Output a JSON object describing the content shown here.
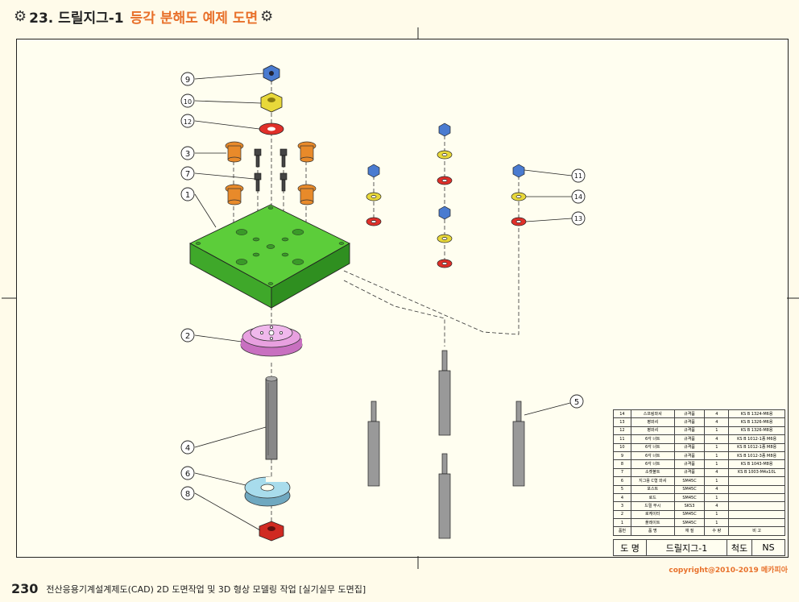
{
  "header": {
    "gear_icon": "gear-icon",
    "title_main": "23. 드릴지그-1",
    "title_sub": "등각 분해도 예제 도면",
    "accent_color": "#e8702a"
  },
  "balloons": [
    "9",
    "10",
    "12",
    "3",
    "7",
    "1",
    "2",
    "4",
    "6",
    "8",
    "11",
    "14",
    "13",
    "5"
  ],
  "bom": {
    "rows": [
      {
        "no": "14",
        "name": "스프링와셔",
        "material": "규격품",
        "qty": "4",
        "note": "KS B 1324-M6용"
      },
      {
        "no": "13",
        "name": "평와셔",
        "material": "규격품",
        "qty": "4",
        "note": "KS B 1326-M6용"
      },
      {
        "no": "12",
        "name": "평와셔",
        "material": "규격품",
        "qty": "1",
        "note": "KS B 1326-M8용"
      },
      {
        "no": "11",
        "name": "6각 너트",
        "material": "규격품",
        "qty": "4",
        "note": "KS B 1012-1종 M6용"
      },
      {
        "no": "10",
        "name": "6각 너트",
        "material": "규격품",
        "qty": "1",
        "note": "KS B 1012-1종 M8용"
      },
      {
        "no": "9",
        "name": "6각 너트",
        "material": "규격품",
        "qty": "1",
        "note": "KS B 1012-3종 M8용"
      },
      {
        "no": "8",
        "name": "6각 너트",
        "material": "규격품",
        "qty": "1",
        "note": "KS B 1043-M8용"
      },
      {
        "no": "7",
        "name": "소켓볼트",
        "material": "규격품",
        "qty": "4",
        "note": "KS B 1003-M4x10L"
      },
      {
        "no": "6",
        "name": "지그용 C형 와셔",
        "material": "SM45C",
        "qty": "1",
        "note": ""
      },
      {
        "no": "5",
        "name": "포스트",
        "material": "SM45C",
        "qty": "4",
        "note": ""
      },
      {
        "no": "4",
        "name": "로드",
        "material": "SM45C",
        "qty": "1",
        "note": ""
      },
      {
        "no": "3",
        "name": "드릴 부시",
        "material": "SKS3",
        "qty": "4",
        "note": ""
      },
      {
        "no": "2",
        "name": "로케이터",
        "material": "SM45C",
        "qty": "1",
        "note": ""
      },
      {
        "no": "1",
        "name": "플레이트",
        "material": "SM45C",
        "qty": "1",
        "note": ""
      }
    ],
    "header": {
      "no": "품번",
      "name": "품 명",
      "material": "재 질",
      "qty": "수 량",
      "note": "비 고"
    }
  },
  "titleblock": {
    "label_name": "도 명",
    "name": "드릴지그-1",
    "label_scale": "척도",
    "scale": "NS"
  },
  "footer": {
    "page": "230",
    "text": "전산응용기계설계제도(CAD) 2D 도면작업 및 3D 형상 모델링 작업 [실기실무 도면집]",
    "copyright": "copyright@2010-2019 메카피아"
  }
}
